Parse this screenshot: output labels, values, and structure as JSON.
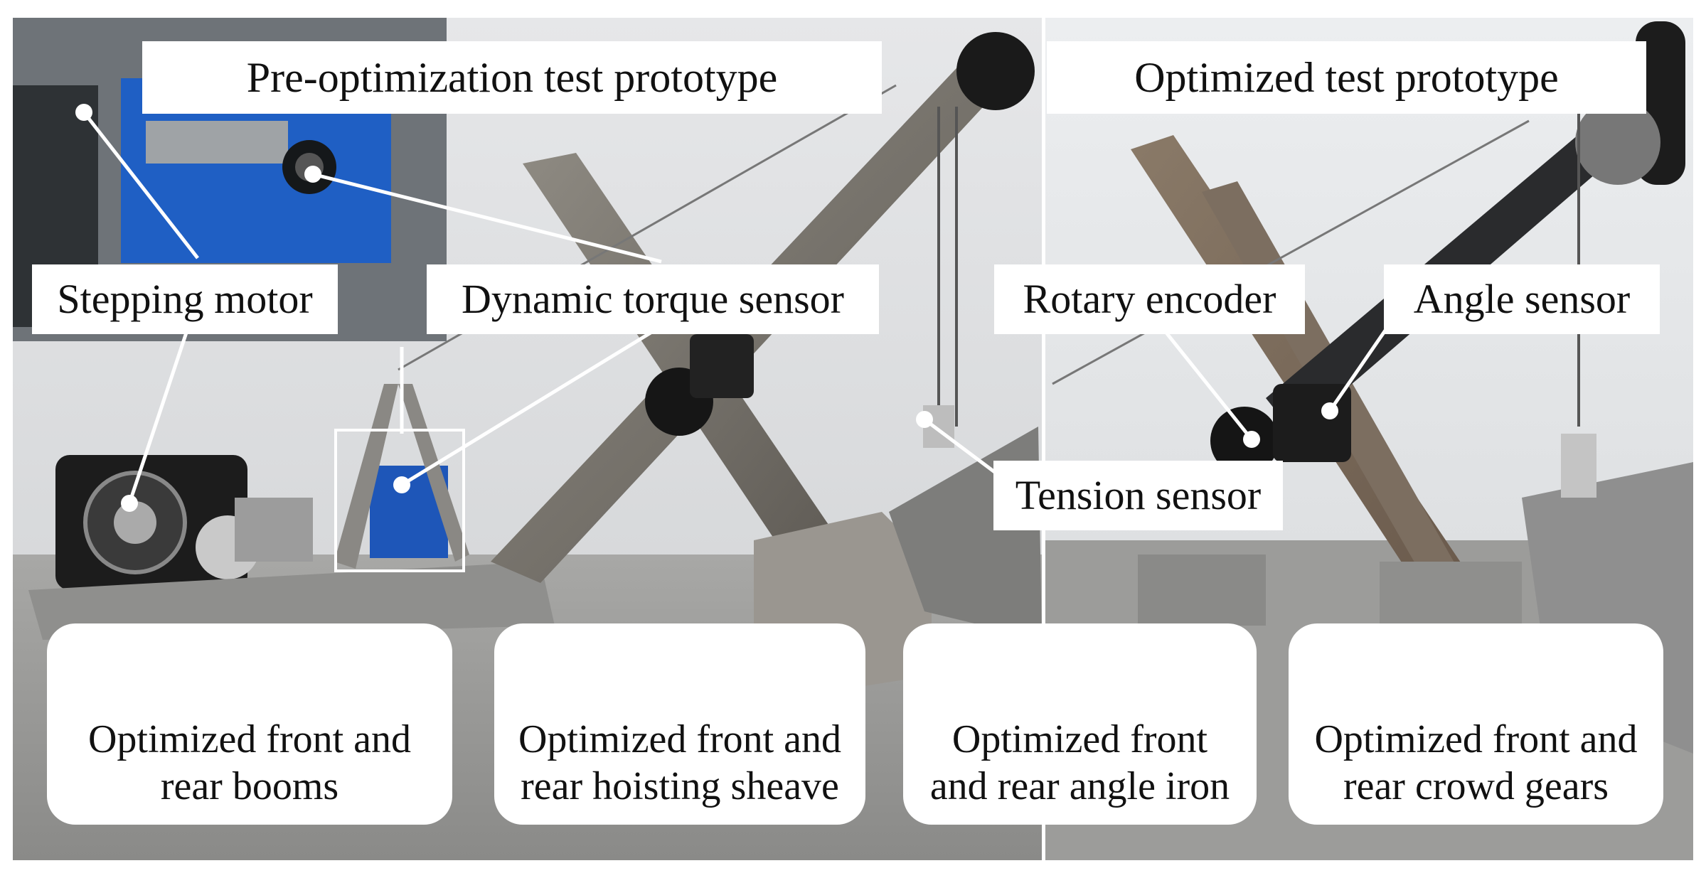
{
  "panels": {
    "left_title": "Pre-optimization test prototype",
    "right_title": "Optimized test prototype"
  },
  "callouts": {
    "stepping_motor": "Stepping motor",
    "dynamic_torque_sensor": "Dynamic torque sensor",
    "rotary_encoder": "Rotary encoder",
    "angle_sensor": "Angle sensor",
    "tension_sensor": "Tension sensor"
  },
  "cards": {
    "booms": {
      "line1": "Optimized front and",
      "line2": "rear booms"
    },
    "sheave": {
      "line1": "Optimized front and",
      "line2": "rear hoisting sheave"
    },
    "angle_iron": {
      "line1": "Optimized front",
      "line2": "and rear angle iron"
    },
    "gears": {
      "line1": "Optimized front and",
      "line2": "rear crowd gears"
    }
  }
}
